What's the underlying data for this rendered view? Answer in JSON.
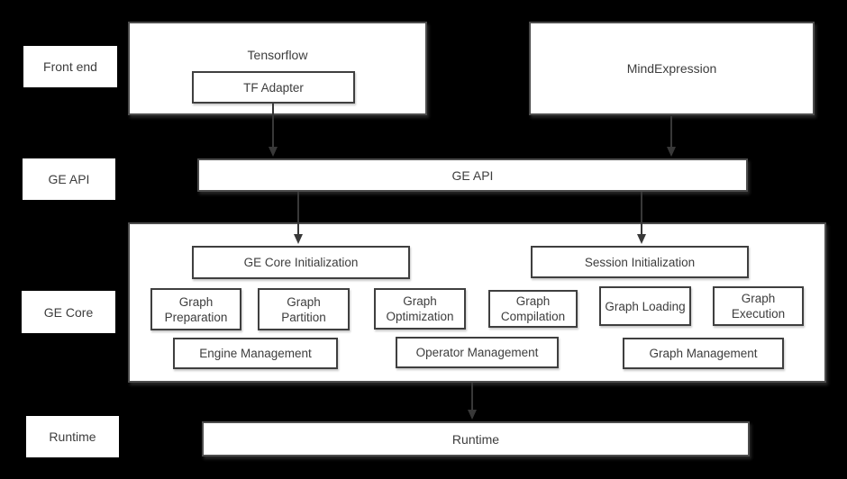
{
  "colors": {
    "background": "#000000",
    "box_fill": "#ffffff",
    "outer_border": "#4d4d4d",
    "inner_border": "#3f3f3f",
    "text": "#3d3d3d",
    "arrow": "#383838"
  },
  "side_labels": {
    "front_end": "Front end",
    "ge_api": "GE API",
    "ge_core": "GE Core",
    "runtime": "Runtime"
  },
  "front_end": {
    "tensorflow": "Tensorflow",
    "tf_adapter": "TF Adapter",
    "mind_expression": "MindExpression"
  },
  "ge_api_bar": {
    "label": "GE API"
  },
  "ge_core": {
    "init": "GE Core Initialization",
    "session": "Session Initialization",
    "modules": [
      "Graph Preparation",
      "Graph Partition",
      "Graph Optimization",
      "Graph Compilation",
      "Graph Loading",
      "Graph Execution"
    ],
    "management": [
      "Engine Management",
      "Operator Management",
      "Graph Management"
    ]
  },
  "runtime_bar": {
    "label": "Runtime"
  }
}
